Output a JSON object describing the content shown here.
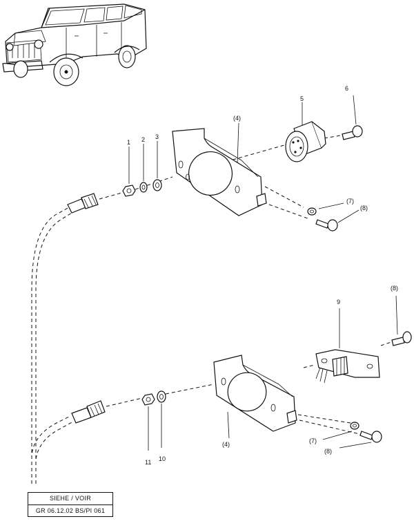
{
  "callouts": {
    "c1": "1",
    "c2": "2",
    "c3": "3",
    "c4_top": "(4)",
    "c5": "5",
    "c6": "6",
    "c7_top": "(7)",
    "c8_top": "(8)",
    "c8_right": "(8)",
    "c9": "9",
    "c4_bottom": "(4)",
    "c7_bottom": "(7)",
    "c8_bottom": "(8)",
    "c11": "11",
    "c10": "10"
  },
  "reference": {
    "line1": "SIEHE / VOIR",
    "line2": "GR 06.12.02 BS/PI 061"
  }
}
